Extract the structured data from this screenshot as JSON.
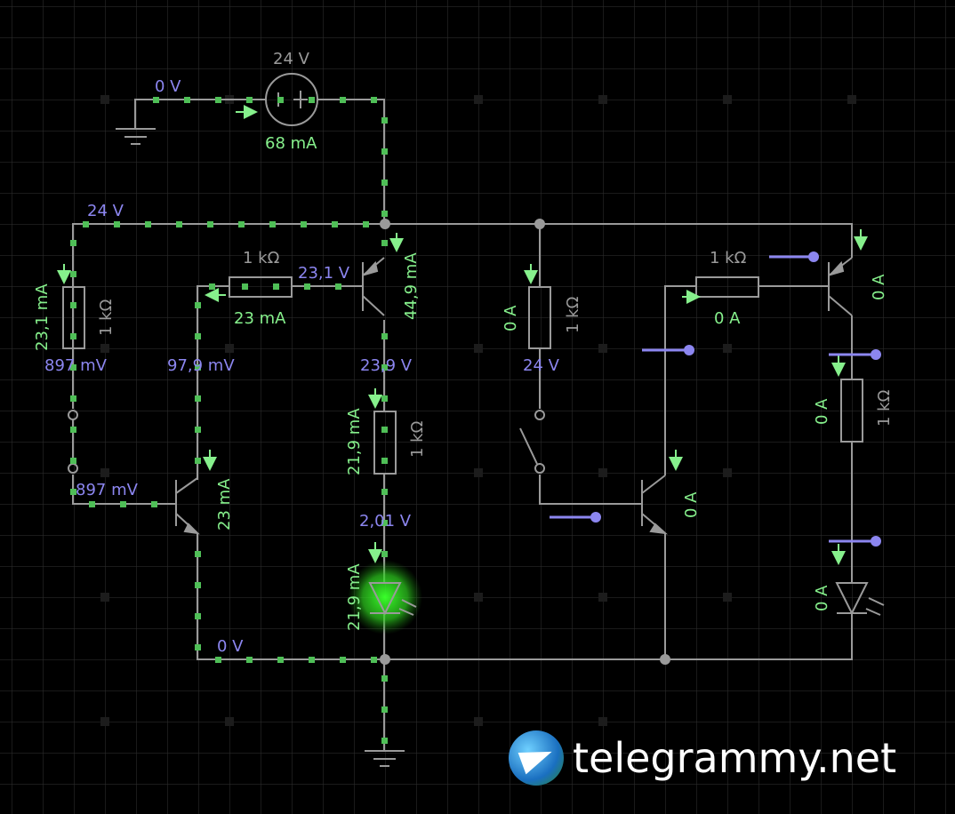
{
  "app": "circuit-simulator",
  "labels": {
    "battery_voltage": "24 V",
    "battery_current": "68 mA",
    "ground_top_voltage": "0 V",
    "rail_voltage": "24 V",
    "r1_value": "1 kΩ",
    "r1_current": "23,1 mA",
    "r1_bottom_voltage": "897 mV",
    "switch1_bottom_voltage": "897 mV",
    "r2_value": "1 kΩ",
    "r2_current": "23 mA",
    "pnp1_base_voltage": "23,1 V",
    "r2_left_voltage": "97,9 mV",
    "pnp1_current": "44,9 mA",
    "pnp1_collector_voltage": "23,9 V",
    "r3_value": "1 kΩ",
    "r3_current": "21,9 mA",
    "led1_anode_voltage": "2,01 V",
    "led1_current": "21,9 mA",
    "npn1_current": "23 mA",
    "bottom_rail_voltage": "0 V",
    "r4_value": "1 kΩ",
    "r4_current": "0 A",
    "r4_bottom_voltage": "24 V",
    "r5_value": "1 kΩ",
    "r5_current": "0 A",
    "pnp2_current": "0 A",
    "npn2_current": "0 A",
    "r6_value": "1 kΩ",
    "r6_current": "0 A",
    "led2_current": "0 A"
  },
  "watermark": "telegrammy.net",
  "colors": {
    "voltage": "#8c86f0",
    "current": "#86f08c",
    "wire": "#9a9a9a",
    "led_on": "#39ff2a"
  }
}
